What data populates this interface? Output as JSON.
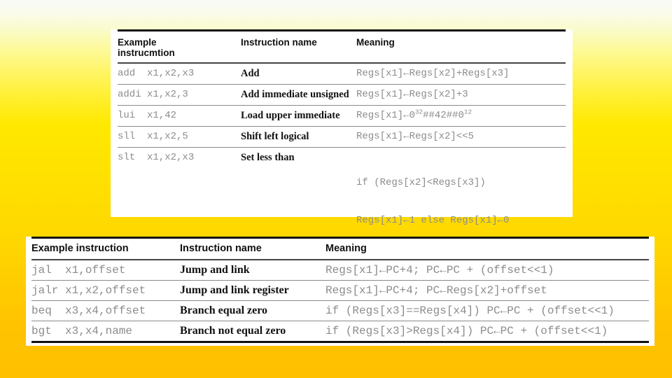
{
  "slide": {
    "background": {
      "top_color": "#f7f9f7",
      "mid_color": "#ffe800",
      "bottom_color": "#ffc000"
    }
  },
  "table1": {
    "headers": {
      "col1_line1": "Example",
      "col1_line2": "instrucmtion",
      "col2": "Instruction name",
      "col3": "Meaning"
    },
    "rows": [
      {
        "instruction": "add  x1,x2,x3",
        "name": "Add",
        "meaning": "Regs[x1]←Regs[x2]+Regs[x3]"
      },
      {
        "instruction": "addi x1,x2,3",
        "name": "Add immediate unsigned",
        "meaning": "Regs[x1]←Regs[x2]+3"
      },
      {
        "instruction": "lui  x1,42",
        "name": "Load upper immediate",
        "meaning_pre": "Regs[x1]←0",
        "meaning_sup1": "32",
        "meaning_mid": "##42##0",
        "meaning_sup2": "12"
      },
      {
        "instruction": "sll  x1,x2,5",
        "name": "Shift left logical",
        "meaning": "Regs[x1]←Regs[x2]<<5"
      },
      {
        "instruction": "slt  x1,x2,x3",
        "name": "Set less than",
        "meaning_line1": "if (Regs[x2]<Regs[x3])",
        "meaning_line2": "Regs[x1]←1 else Regs[x1]←0"
      }
    ]
  },
  "table2": {
    "headers": {
      "col1": "Example instruction",
      "col2": "Instruction name",
      "col3": "Meaning"
    },
    "rows": [
      {
        "instruction": "jal  x1,offset",
        "name": "Jump and link",
        "meaning": "Regs[x1]←PC+4; PC←PC + (offset<<1)"
      },
      {
        "instruction": "jalr x1,x2,offset",
        "name": "Jump and link register",
        "meaning": "Regs[x1]←PC+4; PC←Regs[x2]+offset"
      },
      {
        "instruction": "beq  x3,x4,offset",
        "name": "Branch equal zero",
        "meaning": "if (Regs[x3]==Regs[x4]) PC←PC + (offset<<1)"
      },
      {
        "instruction": "bgt  x3,x4,name",
        "name": "Branch not equal zero",
        "meaning": "if (Regs[x3]>Regs[x4]) PC←PC + (offset<<1)"
      }
    ]
  }
}
